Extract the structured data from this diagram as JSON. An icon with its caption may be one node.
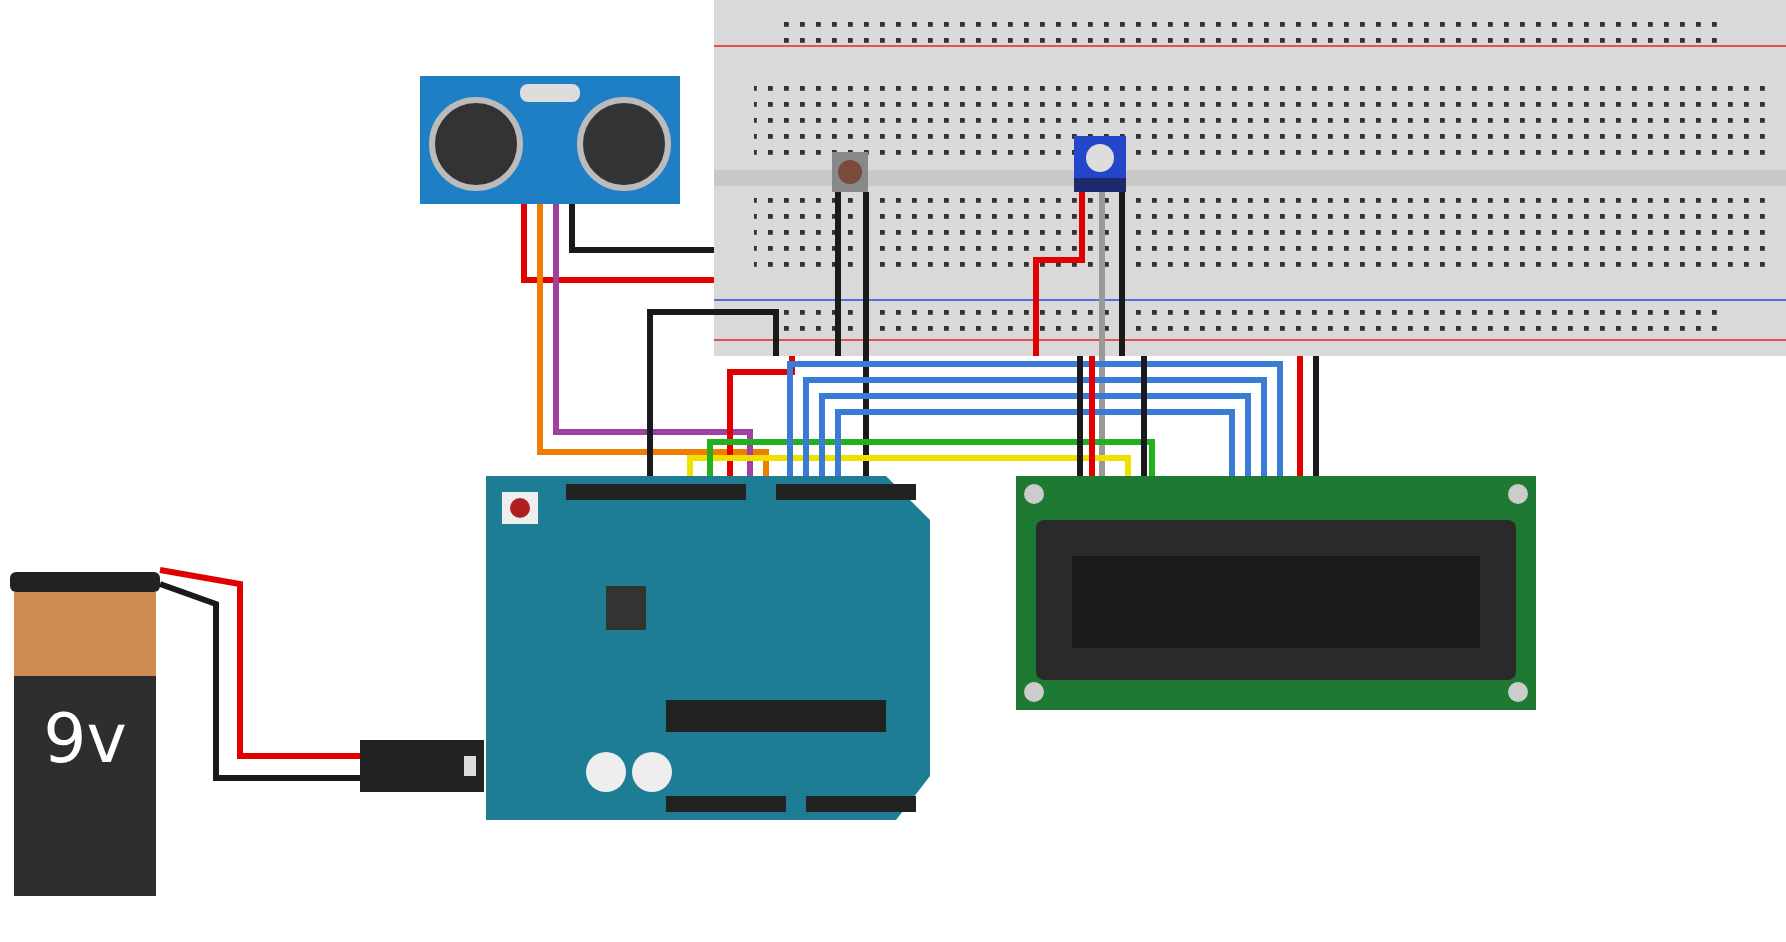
{
  "diagram": {
    "nodes": [
      {
        "text": [],
        "shape": "picture"
      },
      {
        "text": [],
        "shape": "picture"
      },
      {
        "text": [],
        "shape": "picture",
        "in": 1
      },
      {
        "text": [],
        "shape": "picture",
        "in": 1
      },
      {
        "text": [],
        "shape": "picture"
      },
      {
        "text": [],
        "shape": "picture"
      },
      {
        "text": [
          "9v"
        ]
      },
      {
        "text": [],
        "shape": "picture"
      }
    ],
    "edges": [
      {
        "from": 0,
        "to": 1,
        "arrow": "none",
        "color": "#1a1a1a"
      },
      {
        "from": 0,
        "to": 1,
        "arrow": "none",
        "color": "#e00000"
      },
      {
        "from": 0,
        "to": 4,
        "arrow": "none",
        "color": "#ef7d00"
      },
      {
        "from": 0,
        "to": 4,
        "arrow": "none",
        "color": "#a040a0"
      },
      {
        "from": 4,
        "to": 1,
        "arrow": "none",
        "color": "#1a1a1a"
      },
      {
        "from": 4,
        "to": 1,
        "arrow": "none",
        "color": "#e00000"
      },
      {
        "from": 4,
        "to": 2,
        "arrow": "none",
        "color": "#1a1a1a"
      },
      {
        "from": 2,
        "to": 1,
        "arrow": "none",
        "color": "#1a1a1a"
      },
      {
        "from": 3,
        "to": 1,
        "arrow": "none",
        "color": "#e00000"
      },
      {
        "from": 3,
        "to": 1,
        "arrow": "none",
        "color": "#1a1a1a"
      },
      {
        "from": 3,
        "to": 5,
        "arrow": "none",
        "color": "#999999"
      },
      {
        "from": 4,
        "to": 5,
        "arrow": "none",
        "color": "#f0e000"
      },
      {
        "from": 4,
        "to": 5,
        "arrow": "none",
        "color": "#20b020"
      },
      {
        "from": 4,
        "to": 5,
        "arrow": "none",
        "color": "#3a7bd5"
      },
      {
        "from": 4,
        "to": 5,
        "arrow": "none",
        "color": "#3a7bd5"
      },
      {
        "from": 4,
        "to": 5,
        "arrow": "none",
        "color": "#3a7bd5"
      },
      {
        "from": 4,
        "to": 5,
        "arrow": "none",
        "color": "#3a7bd5"
      },
      {
        "from": 1,
        "to": 5,
        "arrow": "none",
        "color": "#1a1a1a"
      },
      {
        "from": 1,
        "to": 5,
        "arrow": "none",
        "color": "#e00000"
      },
      {
        "from": 1,
        "to": 5,
        "arrow": "none",
        "color": "#1a1a1a"
      },
      {
        "from": 1,
        "to": 5,
        "arrow": "none",
        "color": "#e00000"
      },
      {
        "from": 1,
        "to": 5,
        "arrow": "none",
        "color": "#1a1a1a"
      },
      {
        "from": 6,
        "to": 7,
        "arrow": "none",
        "color": "#e00000"
      },
      {
        "from": 6,
        "to": 7,
        "arrow": "none",
        "color": "#1a1a1a"
      }
    ]
  }
}
